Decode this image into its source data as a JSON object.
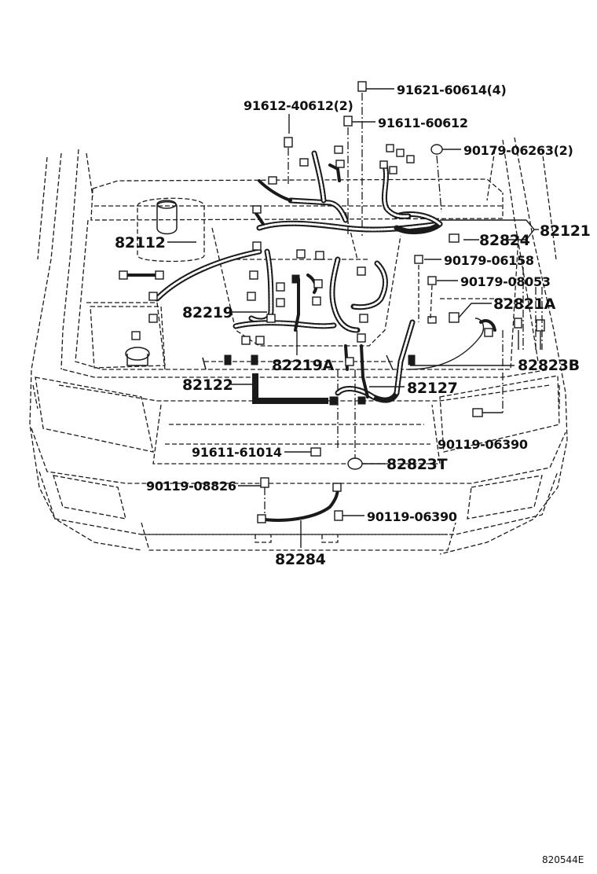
{
  "labels": {
    "p91621_60614": "91621-60614(4)",
    "p91612_40612": "91612-40612(2)",
    "p91611_60612": "91611-60612",
    "p90179_06263": "90179-06263(2)",
    "p82121": "82121",
    "p82112": "82112",
    "p82824": "82824",
    "p90179_06158": "90179-06158",
    "p90179_08053": "90179-08053",
    "p82821A": "82821A",
    "p82219": "82219",
    "p82823B": "82823B",
    "p82219A": "82219A",
    "p82122": "82122",
    "p82127": "82127",
    "p90119_06390_a": "90119-06390",
    "p91611_61014": "91611-61014",
    "p82823T": "82823T",
    "p90119_08826": "90119-08826",
    "p90119_06390_b": "90119-06390",
    "p82284": "82284"
  },
  "reference": "820544E"
}
